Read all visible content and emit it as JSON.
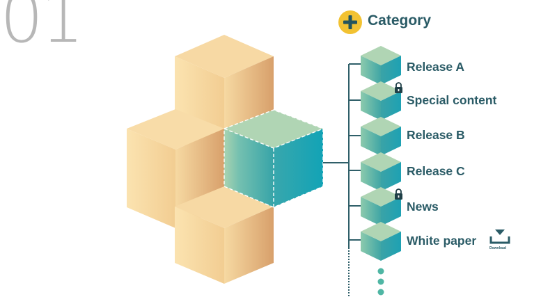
{
  "step_number": "01",
  "category": {
    "title": "Category",
    "add_icon": "plus-circle-icon"
  },
  "items": [
    {
      "label": "Release A",
      "locked": false,
      "download": false
    },
    {
      "label": "Special content",
      "locked": true,
      "download": false
    },
    {
      "label": "Release B",
      "locked": false,
      "download": false
    },
    {
      "label": "Release C",
      "locked": false,
      "download": false
    },
    {
      "label": "News",
      "locked": true,
      "download": false
    },
    {
      "label": "White paper",
      "locked": false,
      "download": true,
      "download_caption": "Download"
    }
  ],
  "more_indicator": "ellipsis-dots-icon",
  "colors": {
    "number": "#b7b7b7",
    "text": "#2a5b66",
    "accent_yellow": "#f2c232",
    "tree_line": "#2f5f69",
    "cube_top_teal": "#b0d5b4",
    "cube_teal_dark": "#1fa3b3",
    "cube_tan_top": "#f7d9a4",
    "cube_tan_side": "#d9a36c",
    "dot": "#4fb6a4"
  }
}
